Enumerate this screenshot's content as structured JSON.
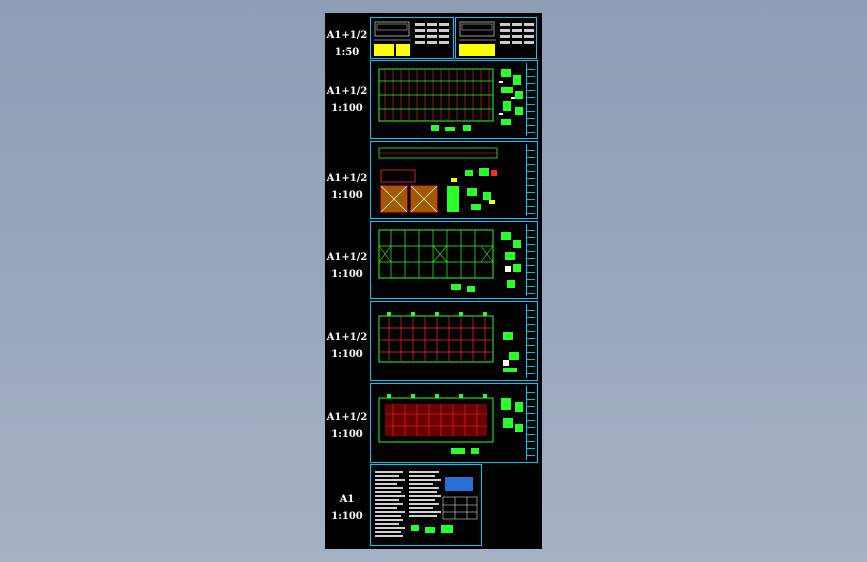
{
  "sheets": [
    {
      "size": "A1+1/2",
      "scale": "1:50"
    },
    {
      "size": "A1+1/2",
      "scale": "1:100"
    },
    {
      "size": "A1+1/2",
      "scale": "1:100"
    },
    {
      "size": "A1+1/2",
      "scale": "1:100"
    },
    {
      "size": "A1+1/2",
      "scale": "1:100"
    },
    {
      "size": "A1+1/2",
      "scale": "1:100"
    },
    {
      "size": "A1",
      "scale": "1:100"
    }
  ],
  "colors": {
    "background": "#9aa8be",
    "sheet": "#000000",
    "frame": "#00c8ff",
    "green": "#28ff28",
    "red": "#ff2a2a",
    "yellow": "#ffff00",
    "white": "#ffffff"
  }
}
